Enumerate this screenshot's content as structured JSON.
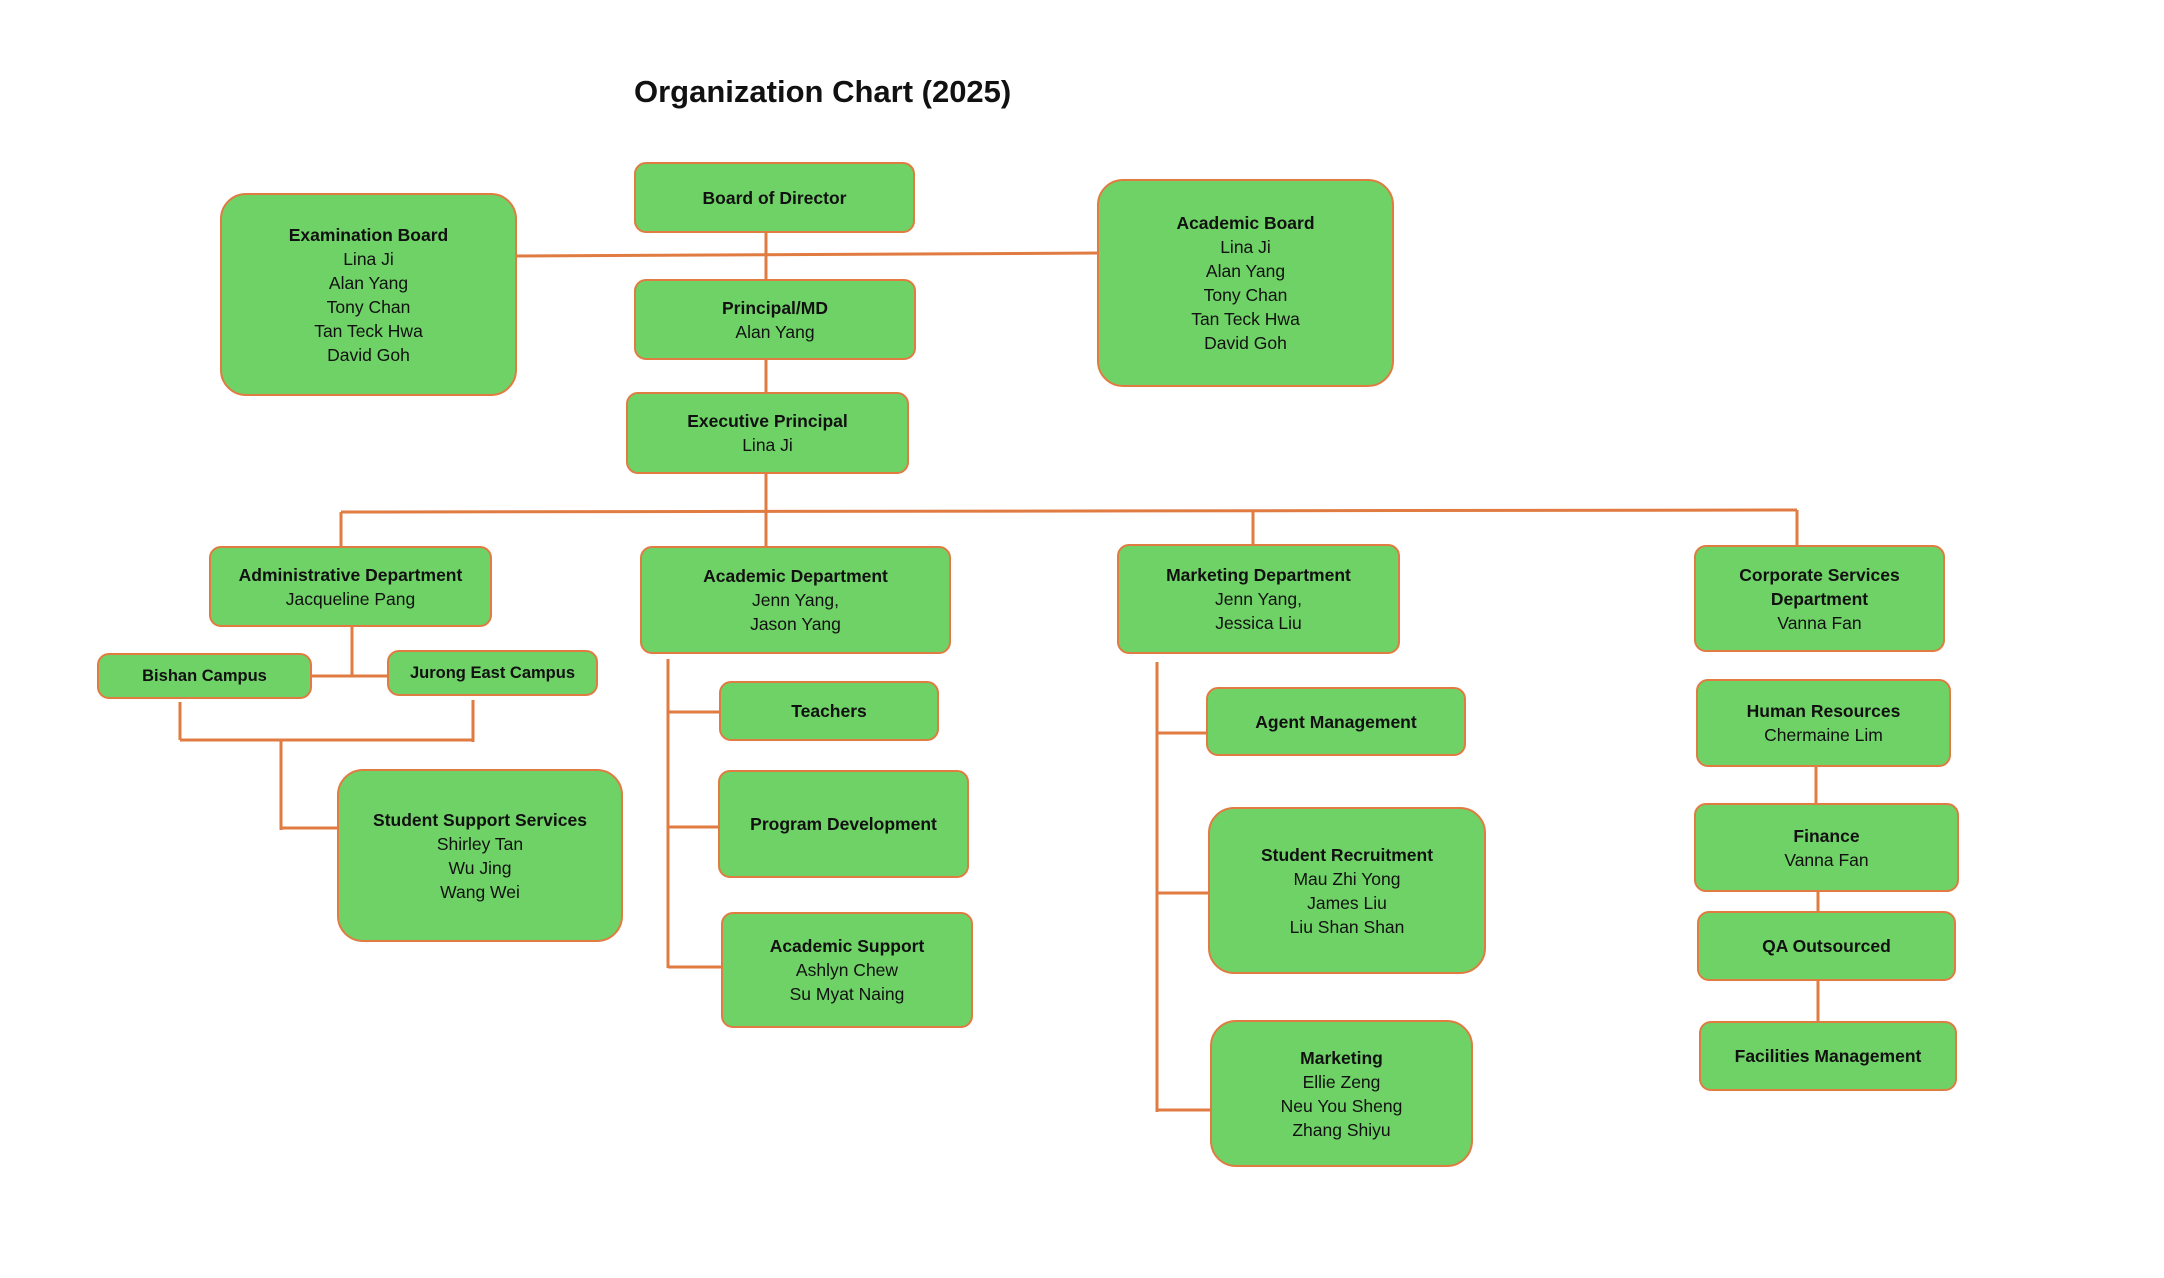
{
  "title": "Organization Chart (2025)",
  "colors": {
    "box_fill": "#6fd266",
    "box_border": "#e07b42",
    "connector": "#e07b42"
  },
  "boxes": {
    "board": {
      "title": "Board of Director",
      "people": []
    },
    "exam_board": {
      "title": "Examination Board",
      "people": [
        "Lina Ji",
        "Alan Yang",
        "Tony Chan",
        "Tan Teck Hwa",
        "David Goh"
      ]
    },
    "academic_board": {
      "title": "Academic Board",
      "people": [
        "Lina Ji",
        "Alan Yang",
        "Tony Chan",
        "Tan Teck Hwa",
        "David Goh"
      ]
    },
    "principal": {
      "title": "Principal/MD",
      "people": [
        "Alan Yang"
      ]
    },
    "exec": {
      "title": "Executive Principal",
      "people": [
        "Lina Ji"
      ]
    },
    "admin": {
      "title": "Administrative Department",
      "people": [
        "Jacqueline Pang"
      ]
    },
    "bishan": {
      "title": "Bishan Campus",
      "people": []
    },
    "jurong": {
      "title": "Jurong East Campus",
      "people": []
    },
    "sss": {
      "title": "Student Support Services",
      "people": [
        "Shirley Tan",
        "Wu Jing",
        "Wang Wei"
      ]
    },
    "acad_dept": {
      "title": "Academic Department",
      "people": [
        "Jenn Yang,",
        "Jason Yang"
      ]
    },
    "teachers": {
      "title": "Teachers",
      "people": []
    },
    "progdev": {
      "title": "Program Development",
      "people": []
    },
    "acad_support": {
      "title": "Academic Support",
      "people": [
        "Ashlyn Chew",
        "Su Myat Naing"
      ]
    },
    "mkt_dept": {
      "title": "Marketing Department",
      "people": [
        "Jenn Yang,",
        "Jessica Liu"
      ]
    },
    "agent": {
      "title": "Agent Management",
      "people": []
    },
    "recruit": {
      "title": "Student Recruitment",
      "people": [
        "Mau Zhi Yong",
        "James Liu",
        "Liu Shan Shan"
      ]
    },
    "marketing": {
      "title": "Marketing",
      "people": [
        "Ellie Zeng",
        "Neu You Sheng",
        "Zhang Shiyu"
      ]
    },
    "corp": {
      "title": "Corporate Services Department",
      "people": [
        "Vanna Fan"
      ]
    },
    "hr": {
      "title": "Human Resources",
      "people": [
        "Chermaine Lim"
      ]
    },
    "finance": {
      "title": "Finance",
      "people": [
        "Vanna Fan"
      ]
    },
    "qa": {
      "title": "QA Outsourced",
      "people": []
    },
    "facilities": {
      "title": "Facilities Management",
      "people": []
    }
  }
}
